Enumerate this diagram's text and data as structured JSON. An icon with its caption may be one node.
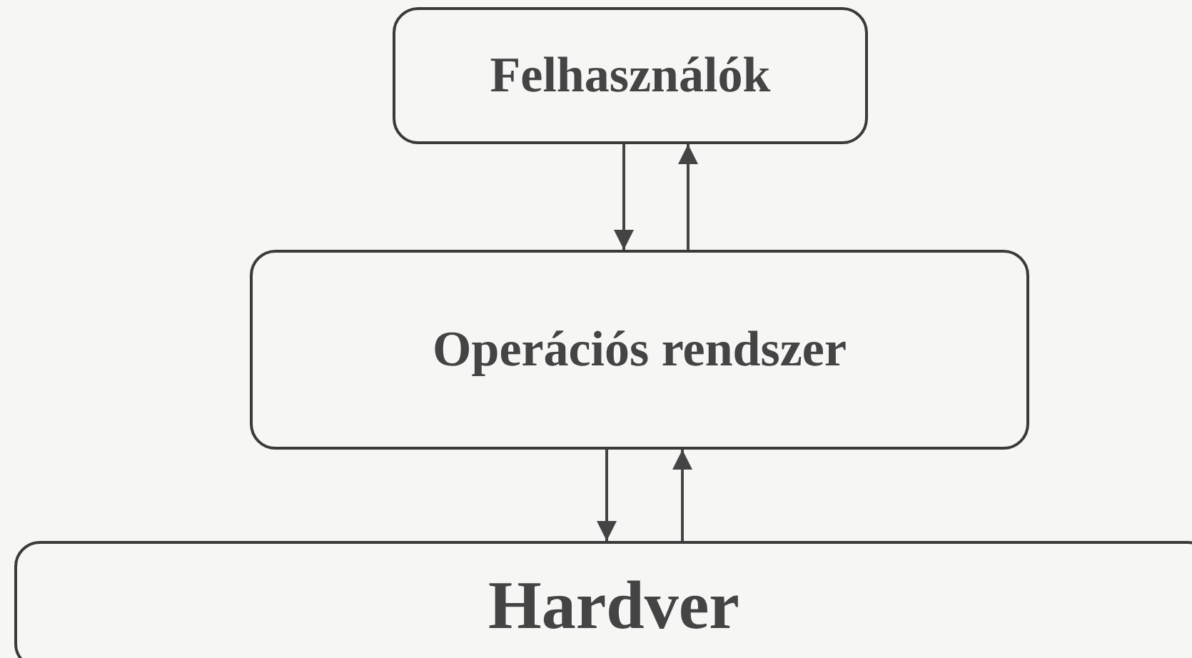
{
  "diagram": {
    "nodes": [
      {
        "text": [
          "Felhasználók"
        ]
      },
      {
        "text": [
          "Operációs rendszer"
        ]
      },
      {
        "text": [
          "Hardver"
        ]
      }
    ],
    "edges": [
      {
        "from": 0,
        "to": 1,
        "arrow": "to"
      },
      {
        "from": 1,
        "to": 0,
        "arrow": "to"
      },
      {
        "from": 1,
        "to": 2,
        "arrow": "to"
      },
      {
        "from": 2,
        "to": 1,
        "arrow": "to"
      }
    ]
  }
}
